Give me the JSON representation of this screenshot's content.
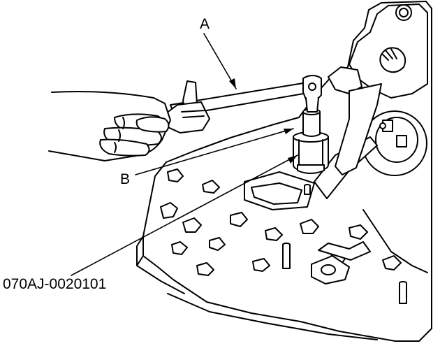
{
  "callouts": {
    "wrench": "A",
    "attachment": "B",
    "tool": "070AJ-0020101"
  },
  "colors": {
    "ink": "#000000",
    "paper": "#ffffff"
  }
}
